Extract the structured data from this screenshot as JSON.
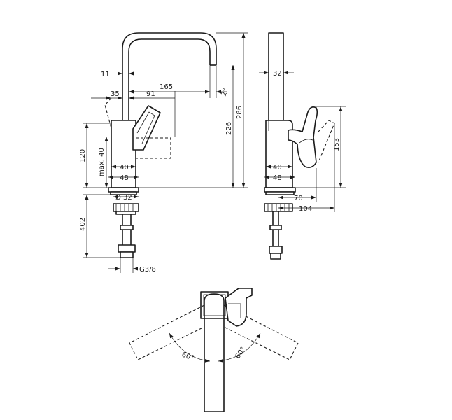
{
  "colors": {
    "line": "#1a1a1a",
    "background": "#ffffff"
  },
  "front_view": {
    "dim_11": "11",
    "dim_165": "165",
    "dim_angle": "2°",
    "dim_35": "35",
    "dim_91": "91",
    "dim_226": "226",
    "dim_286": "286",
    "dim_120": "120",
    "dim_max40": "max. 40",
    "dim_40": "40",
    "dim_48": "48",
    "dim_32": "Ø 32",
    "dim_402": "402",
    "dim_thread": "G3/8"
  },
  "side_view": {
    "dim_32": "32",
    "dim_153": "153",
    "dim_40": "40",
    "dim_48": "48",
    "dim_70": "70",
    "dim_104": "104"
  },
  "top_view": {
    "angle_left": "60°",
    "angle_right": "60°"
  }
}
